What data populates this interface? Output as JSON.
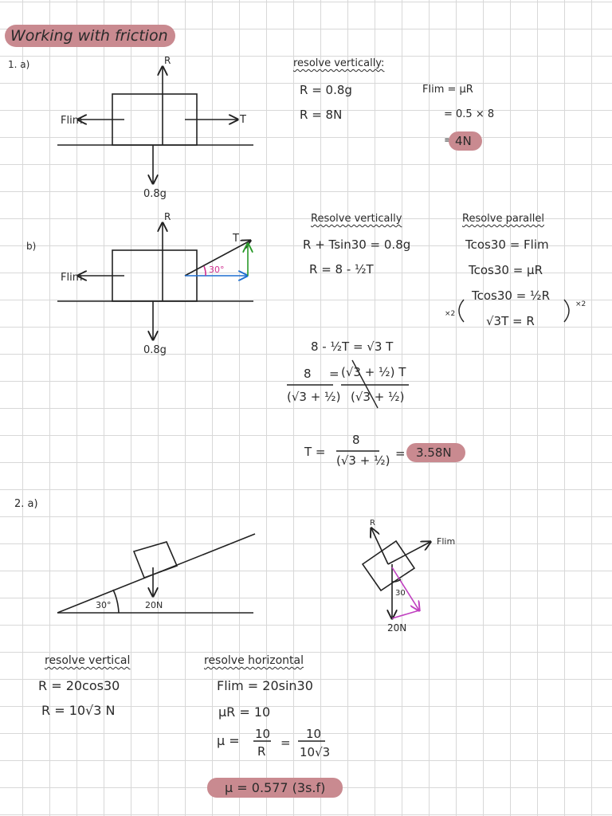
{
  "title": "Working with friction",
  "q1a": {
    "number": "1. a)",
    "R": "R",
    "Flim": "Flim",
    "T": "T",
    "weight": "0.8g",
    "resolve_title": "resolve vertically:",
    "line1": "R = 0.8g",
    "line2": "R = 8N",
    "flim1": "Flim = μR",
    "flim2": "= 0.5 × 8",
    "flim3": "=",
    "answer": "4N"
  },
  "q1b": {
    "number": "b)",
    "R": "R",
    "Flim": "Flim",
    "T": "T",
    "angle": "30°",
    "weight": "0.8g",
    "rv_title": "Resolve vertically",
    "rv1": "R + Tsin30 = 0.8g",
    "rv2": "R = 8 - ½T",
    "rp_title": "Resolve parallel",
    "rp1": "Tcos30 = Flim",
    "rp2": "Tcos30 = μR",
    "rp3": "Tcos30 = ½R",
    "x2_left": "×2",
    "x2_right": "×2",
    "rp4": "√3T = R",
    "eq1": "8 - ½T = √3 T",
    "eq2_num_left": "8",
    "eq2_eq": "=",
    "eq2_num_right": "(√3 + ½) T",
    "eq2_den_left": "(√3 + ½)",
    "eq2_den_right": "(√3 + ½)",
    "t_label": "T =",
    "t_num": "8",
    "t_den": "(√3 + ½)",
    "t_eq": "=",
    "answer": "3.58N"
  },
  "q2a": {
    "number": "2. a)",
    "angle": "30°",
    "weight": "20N",
    "fbd_R": "R",
    "fbd_Flim": "Flim",
    "fbd_angle": "30",
    "fbd_weight": "20N",
    "rvert_title": "resolve vertical",
    "rv1": "R = 20cos30",
    "rv2": "R = 10√3 N",
    "rhor_title": "resolve horizontal",
    "rh1": "Flim = 20sin30",
    "rh2": "μR = 10",
    "mu": "μ =",
    "frac1_num": "10",
    "frac1_den": "R",
    "eq": "=",
    "frac2_num": "10",
    "frac2_den": "10√3",
    "answer": "μ = 0.577 (3s.f)"
  }
}
